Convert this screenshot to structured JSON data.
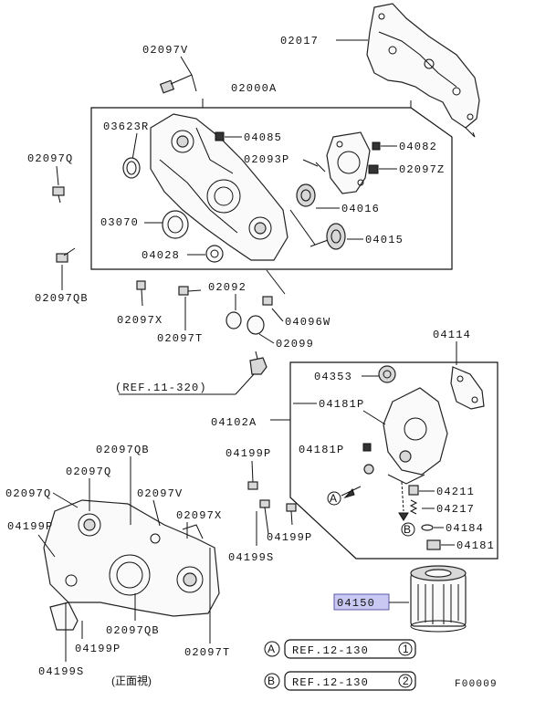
{
  "labels": {
    "p02017": "02017",
    "p02097V_top": "02097V",
    "p02000A": "02000A",
    "p03623R": "03623R",
    "p04085": "04085",
    "p02093P": "02093P",
    "p04082": "04082",
    "p02097Z": "02097Z",
    "p02097Q_left": "02097Q",
    "p04016": "04016",
    "p03070": "03070",
    "p04015": "04015",
    "p04028": "04028",
    "p02097QB_left": "02097QB",
    "p02092": "02092",
    "p02097X_mid": "02097X",
    "p04096W": "04096W",
    "p02097T_mid": "02097T",
    "p02099": "02099",
    "p04114": "04114",
    "ref_11_320": "(REF.11-320)",
    "p04353": "04353",
    "p04181P_a": "04181P",
    "p04102A": "04102A",
    "p04181P_b": "04181P",
    "p02097QB_low": "02097QB",
    "p04199P_mid": "04199P",
    "p02097Q_low": "02097Q",
    "p02097Q_low2": "02097Q",
    "p02097V_low": "02097V",
    "p04211": "04211",
    "p04217": "04217",
    "p04184": "04184",
    "p04181": "04181",
    "p04199P_left": "04199P",
    "p02097X_low": "02097X",
    "p04199P_right": "04199P",
    "p04199S_mid": "04199S",
    "p04150": "04150",
    "p02097QB_bottom": "02097QB",
    "p04199P_bottom": "04199P",
    "p02097T_bottom": "02097T",
    "p04199S_bottom": "04199S",
    "front_view": "(正面視)",
    "ref_a_text": "REF.12-130",
    "ref_b_text": "REF.12-130",
    "marker_a": "A",
    "marker_b": "B",
    "circle_1": "1",
    "circle_2": "2",
    "figure_code": "F00009"
  },
  "colors": {
    "highlight": "#c9c8f2",
    "ink": "#111111"
  }
}
